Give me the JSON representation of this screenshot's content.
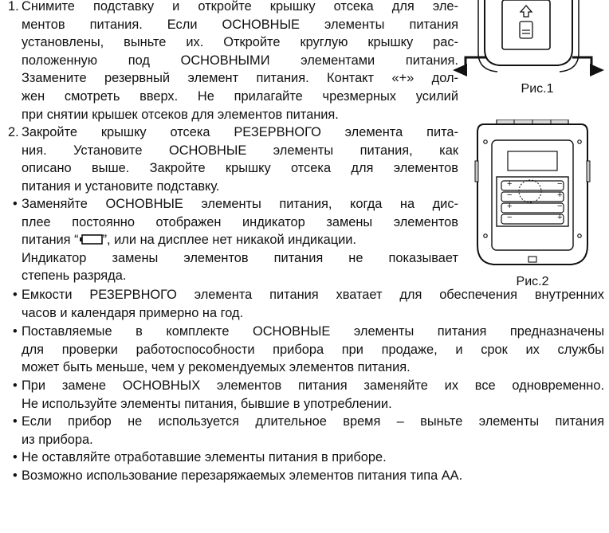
{
  "steps": [
    {
      "number": "1.",
      "lines": [
        "Снимите подставку и откройте крышку отсека для эле-",
        "ментов питания. Если ОСНОВНЫЕ элементы питания",
        "установлены, выньте их. Откройте круглую крышку рас-",
        "положенную под ОСНОВНЫМИ элементами питания.",
        "Ззамените резервный элемент питания. Контакт «+» дол-",
        "жен смотреть вверх. Не прилагайте чрезмерных усилий",
        "при снятии крышек отсеков для элементов питания."
      ]
    },
    {
      "number": "2.",
      "lines": [
        "Закройте крышку отсека РЕЗЕРВНОГО элемента пита-",
        "ния. Установите ОСНОВНЫЕ элементы питания, как",
        "описано выше. Закройте крышку отсека для элементов",
        "питания и установите подставку."
      ]
    }
  ],
  "bullet": "•",
  "note_indicator": {
    "lines_before": [
      "Заменяйте ОСНОВНЫЕ элементы питания, когда на дис-",
      "плее постоянно отображен индикатор замены элементов"
    ],
    "indicator_prefix": "питания “",
    "indicator_suffix": "”, или на дисплее нет никакой индикации.",
    "lines_after": [
      "Индикатор замены элементов питания не показывает",
      "степень разряда."
    ]
  },
  "notes": [
    {
      "lines": [
        "Емкости РЕЗЕРВНОГО элемента питания хватает для обеспечения внутренних",
        "часов и календаря примерно на год."
      ]
    },
    {
      "lines": [
        "Поставляемые в комплекте ОСНОВНЫЕ элементы питания предназначены",
        "для проверки работоспособности прибора при продаже, и срок их службы",
        "может быть меньше, чем у рекомендуемых элементов питания."
      ]
    },
    {
      "lines": [
        "При замене ОСНОВНЫХ элементов питания заменяйте их все одновременно.",
        "Не используйте элементы питания, бывшие в употреблении."
      ]
    },
    {
      "lines": [
        "Если прибор не используется длительное время – выньте элементы питания",
        "из прибора."
      ]
    },
    {
      "lines": [
        "Не оставляйте отработавшие элементы питания в приборе."
      ]
    },
    {
      "lines": [
        "Возможно использование перезаряжаемых элементов питания типа АА."
      ]
    }
  ],
  "figures": {
    "fig1_label": "Рис.1",
    "fig2_label": "Рис.2",
    "plus": "+",
    "minus": "−"
  }
}
